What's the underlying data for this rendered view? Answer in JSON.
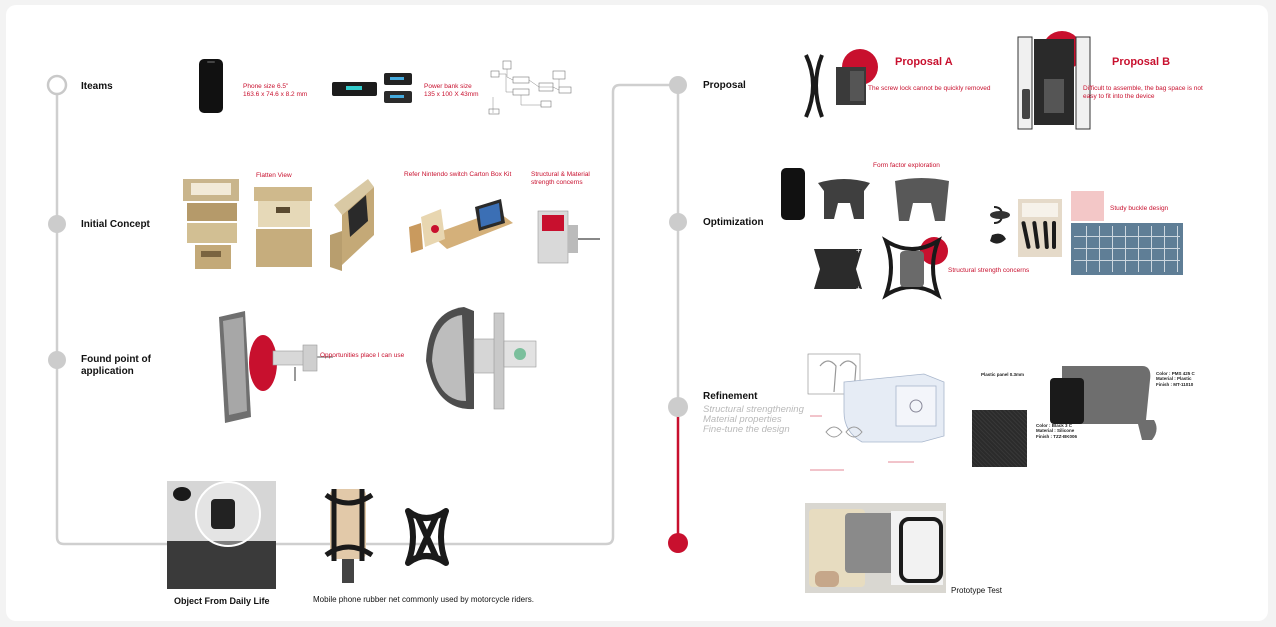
{
  "stages_left": [
    {
      "label": "Iteams"
    },
    {
      "label": "Initial Concept"
    },
    {
      "label": "Found point of application"
    }
  ],
  "stages_right": [
    {
      "label": "Proposal"
    },
    {
      "label": "Optimization"
    },
    {
      "label": "Refinement"
    }
  ],
  "items": {
    "phone_note": "Phone size 6.5\"\n163.6 x 74.6 x 8.2 mm",
    "powerbank_note": "Power bank size\n135 x 100 X 43mm"
  },
  "initial_concept": {
    "flatten_view": "Flatten View",
    "nintendo": "Refer Nintendo switch Carton Box Kit",
    "structural": "Structural & Material\nstrength concerns"
  },
  "application": {
    "opportunities": "Opportunities place I can use"
  },
  "daily_life": {
    "object_caption": "Object From Daily Life",
    "net_caption": "Mobile phone rubber net commonly used by motorcycle riders."
  },
  "proposal_a": {
    "title": "Proposal A",
    "note": "The screw lock cannot be quickly removed"
  },
  "proposal_b": {
    "title": "Proposal B",
    "note": "Difficult to assemble, the bag space is not\neasy to fit into the device"
  },
  "optimization": {
    "form_factor": "Form factor exploration",
    "structural_strength": "Structural strength concerns",
    "buckle": "Study buckle design"
  },
  "refinement": {
    "sub_1": "Structural strengthening",
    "sub_2": "Material properties",
    "sub_3": "Fine-tune the design",
    "plastic_panel": "Plastic panel 0.3mm",
    "color_1": "Color : PMS 425 C\nMaterial : Plastic\nFinish : MT-11010",
    "color_2": "Color : Black 3 C\nMaterial : Silicone\nFinish : TZZ-BK006"
  },
  "prototype": {
    "caption": "Prototype Test"
  },
  "colors": {
    "accent_red": "#c8102e",
    "line_gray": "#cfcfcf",
    "node_gray": "#cccccc"
  }
}
